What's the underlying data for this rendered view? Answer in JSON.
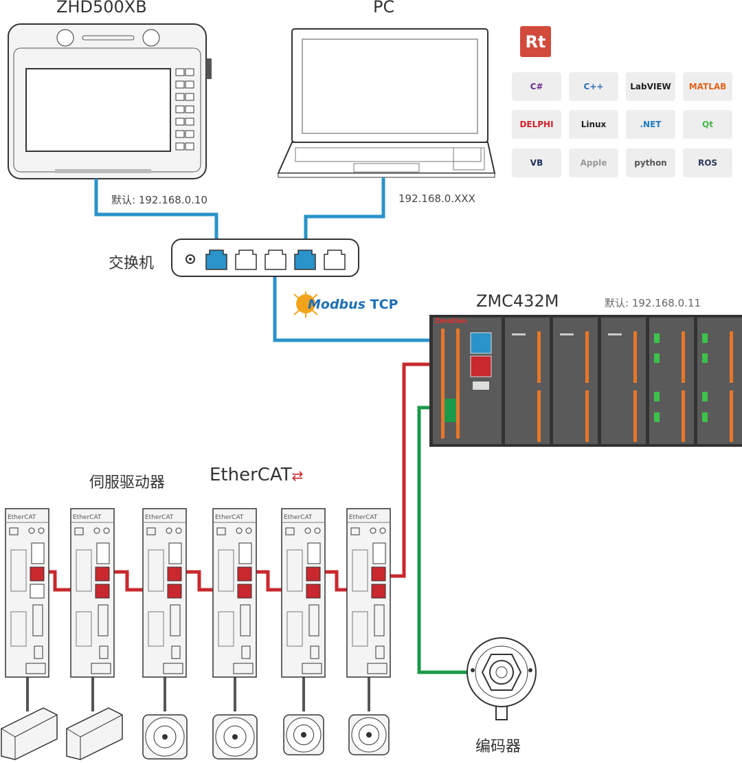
{
  "devices": {
    "pendant": {
      "title": "ZHD500XB",
      "ip_label": "默认: 192.168.0.10"
    },
    "pc": {
      "title": "PC",
      "ip_label": "192.168.0.XXX"
    },
    "switch": {
      "title": "交换机"
    },
    "protocol": {
      "modbus_word": "Modbus",
      "tcp_word": "TCP"
    },
    "controller": {
      "title": "ZMC432M",
      "ip_label": "默认: 192.168.0.11",
      "brand": "Zmotion"
    },
    "servo": {
      "title": "伺服驱动器",
      "ethercat_logo": "EtherCAT",
      "unit_logo": "EtherCAT",
      "count": 6
    },
    "encoder": {
      "title": "编码器"
    }
  },
  "software": {
    "rt_logo": "Rt",
    "tiles": [
      {
        "label": "C#",
        "color": "#6a2c91"
      },
      {
        "label": "C++",
        "color": "#2f6db5"
      },
      {
        "label": "LabVIEW",
        "color": "#222222"
      },
      {
        "label": "MATLAB",
        "color": "#e0621c"
      },
      {
        "label": "DELPHI",
        "color": "#d0202a"
      },
      {
        "label": "Linux",
        "color": "#222222"
      },
      {
        "label": ".NET",
        "color": "#1f7ac0"
      },
      {
        "label": "Qt",
        "color": "#41b649"
      },
      {
        "label": "VB",
        "color": "#1f2f5e"
      },
      {
        "label": "Apple",
        "color": "#999999"
      },
      {
        "label": "python",
        "color": "#555555"
      },
      {
        "label": "ROS",
        "color": "#2b3a5c"
      }
    ]
  },
  "colors": {
    "ethernet": "#2a93c9",
    "ethercat": "#c8282e",
    "encoder": "#1a9a4a",
    "controller_body": "#555555"
  }
}
